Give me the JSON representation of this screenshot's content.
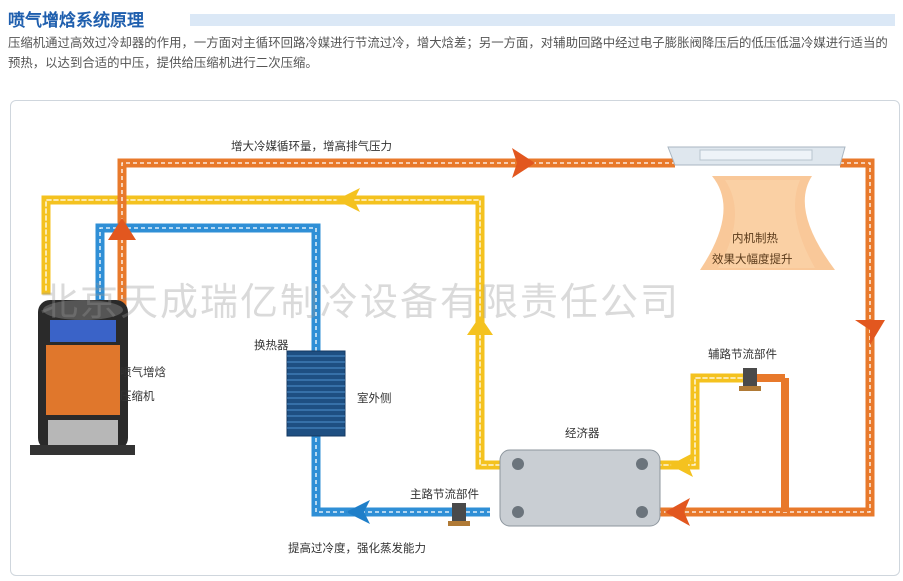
{
  "header": {
    "title": "喷气增焓系统原理",
    "description": "压缩机通过高效过冷却器的作用，一方面对主循环回路冷媒进行节流过冷，增大焓差；另一方面，对辅助回路中经过电子膨胀阀降压后的低压低温冷媒进行适当的预热，以达到合适的中压，提供给压缩机进行二次压缩。"
  },
  "diagram": {
    "top_flow_label": "增大冷媒循环量，增高排气压力",
    "indoor_line1": "内机制热",
    "indoor_line2": "效果大幅度提升",
    "compressor_line1": "喷气增焓",
    "compressor_line2": "压缩机",
    "heat_exchanger": "换热器",
    "outdoor_side": "室外侧",
    "economizer": "经济器",
    "aux_throttle": "辅路节流部件",
    "main_throttle": "主路节流部件",
    "bottom_label": "提高过冷度，强化蒸发能力",
    "watermark": "北京天成瑞亿制冷设备有限责任公司"
  },
  "colors": {
    "title": "#1f5fae",
    "hot_line": "#e8792b",
    "mid_line": "#f4c21f",
    "cold_line": "#2f8fd6"
  }
}
